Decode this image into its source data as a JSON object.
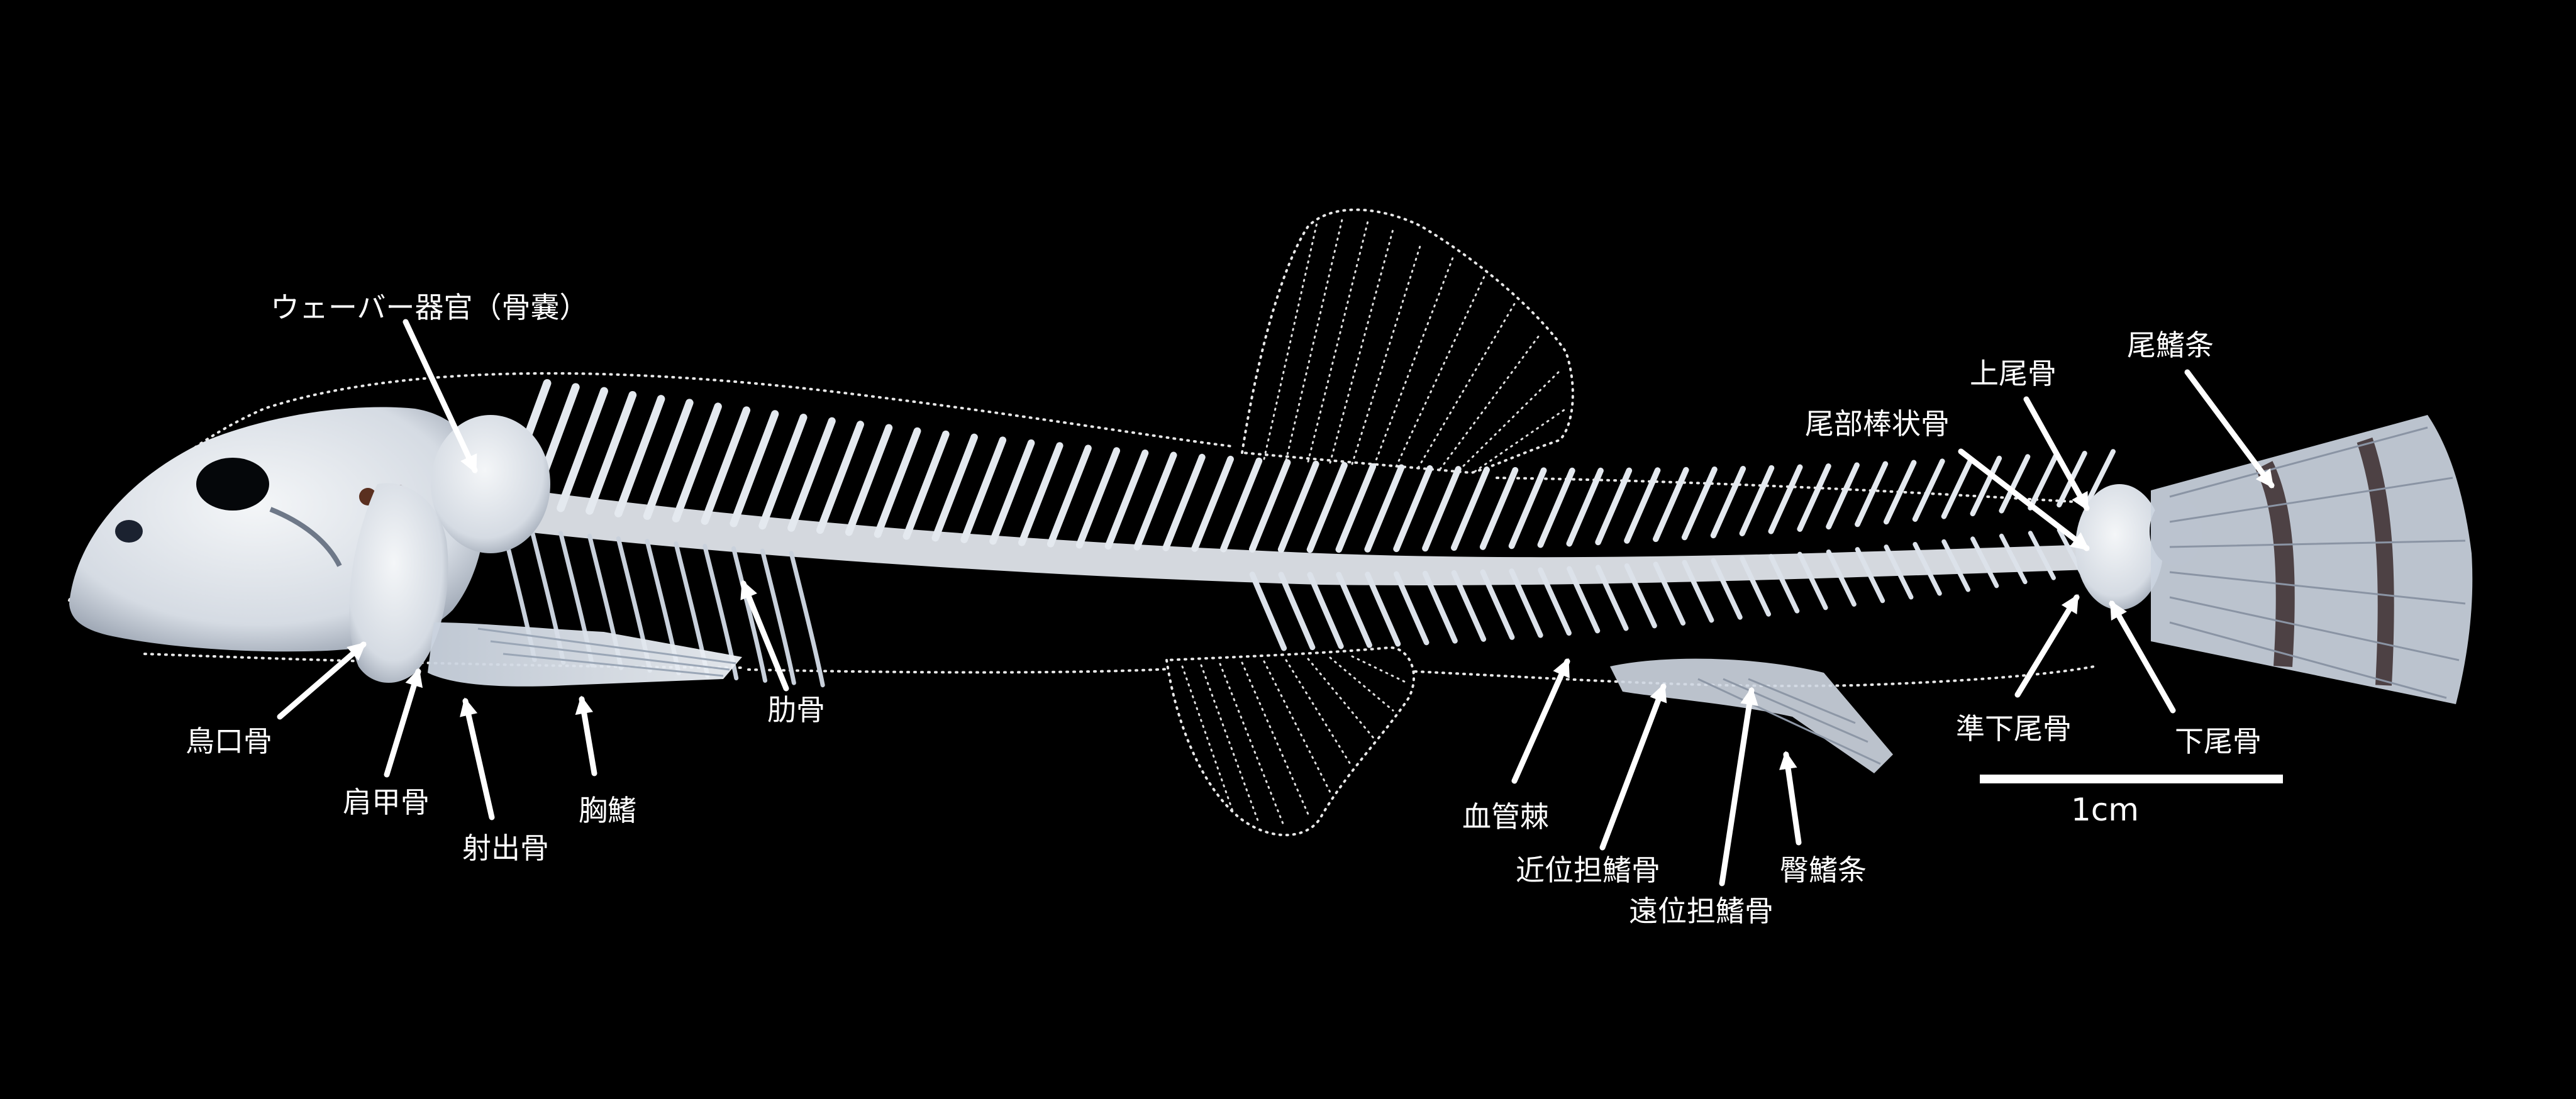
{
  "labels": {
    "weber": "ウェーバー器官（骨嚢）",
    "rib": "肋骨",
    "coracoid": "鳥口骨",
    "scapula": "肩甲骨",
    "radial": "射出骨",
    "pectoral_fin": "胸鰭",
    "haemal_spine": "血管棘",
    "proximal_pterygiophore": "近位担鰭骨",
    "distal_pterygiophore": "遠位担鰭骨",
    "anal_fin_ray": "臀鰭条",
    "urostyle": "尾部棒状骨",
    "epural": "上尾骨",
    "caudal_fin_ray": "尾鰭条",
    "parhypural": "準下尾骨",
    "hypural": "下尾骨"
  },
  "scale_bar": {
    "label": "1cm"
  },
  "colors": {
    "background": "#000000",
    "annotation": "#ffffff",
    "bone": "#e9ecef",
    "bone_shadow": "#9aa4b4",
    "fin_band": "#3a2a2c"
  }
}
